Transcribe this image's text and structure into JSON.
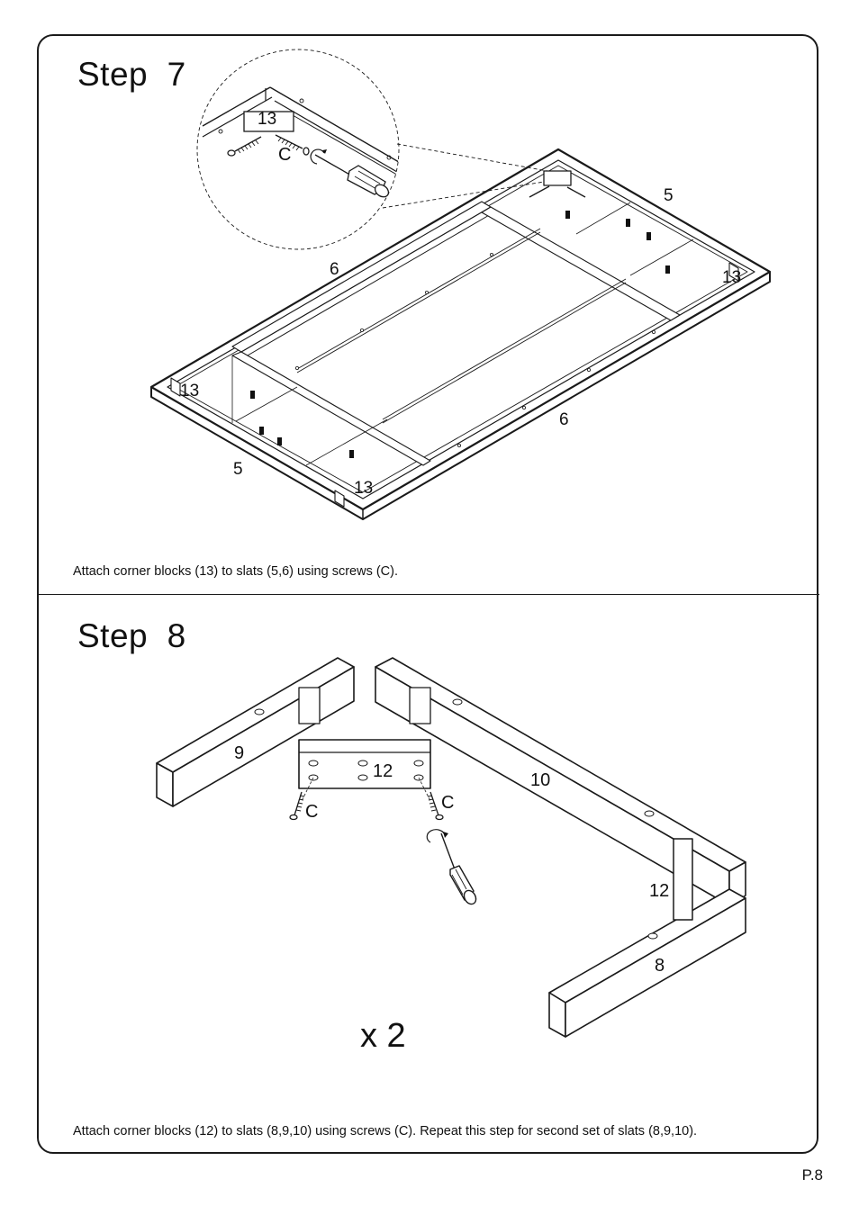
{
  "page_number": "P.8",
  "step7": {
    "title": "Step  7",
    "caption": "Attach corner blocks (13) to slats (5,6) using screws (C).",
    "labels": {
      "detail_block": "13",
      "detail_screw": "C",
      "slat_top_right": "5",
      "slat_top_left": "6",
      "slat_bottom_left": "5",
      "slat_bottom_right": "6",
      "block_right": "13",
      "block_left": "13",
      "block_bottom": "13"
    }
  },
  "step8": {
    "title": "Step  8",
    "caption": "Attach corner blocks (12) to slats (8,9,10) using screws (C). Repeat this step for second set of slats (8,9,10).",
    "multiplier": "x 2",
    "labels": {
      "slat_9": "9",
      "block_12_exploded": "12",
      "screw_left": "C",
      "screw_right": "C",
      "slat_10": "10",
      "block_12_corner": "12",
      "slat_8": "8"
    }
  }
}
